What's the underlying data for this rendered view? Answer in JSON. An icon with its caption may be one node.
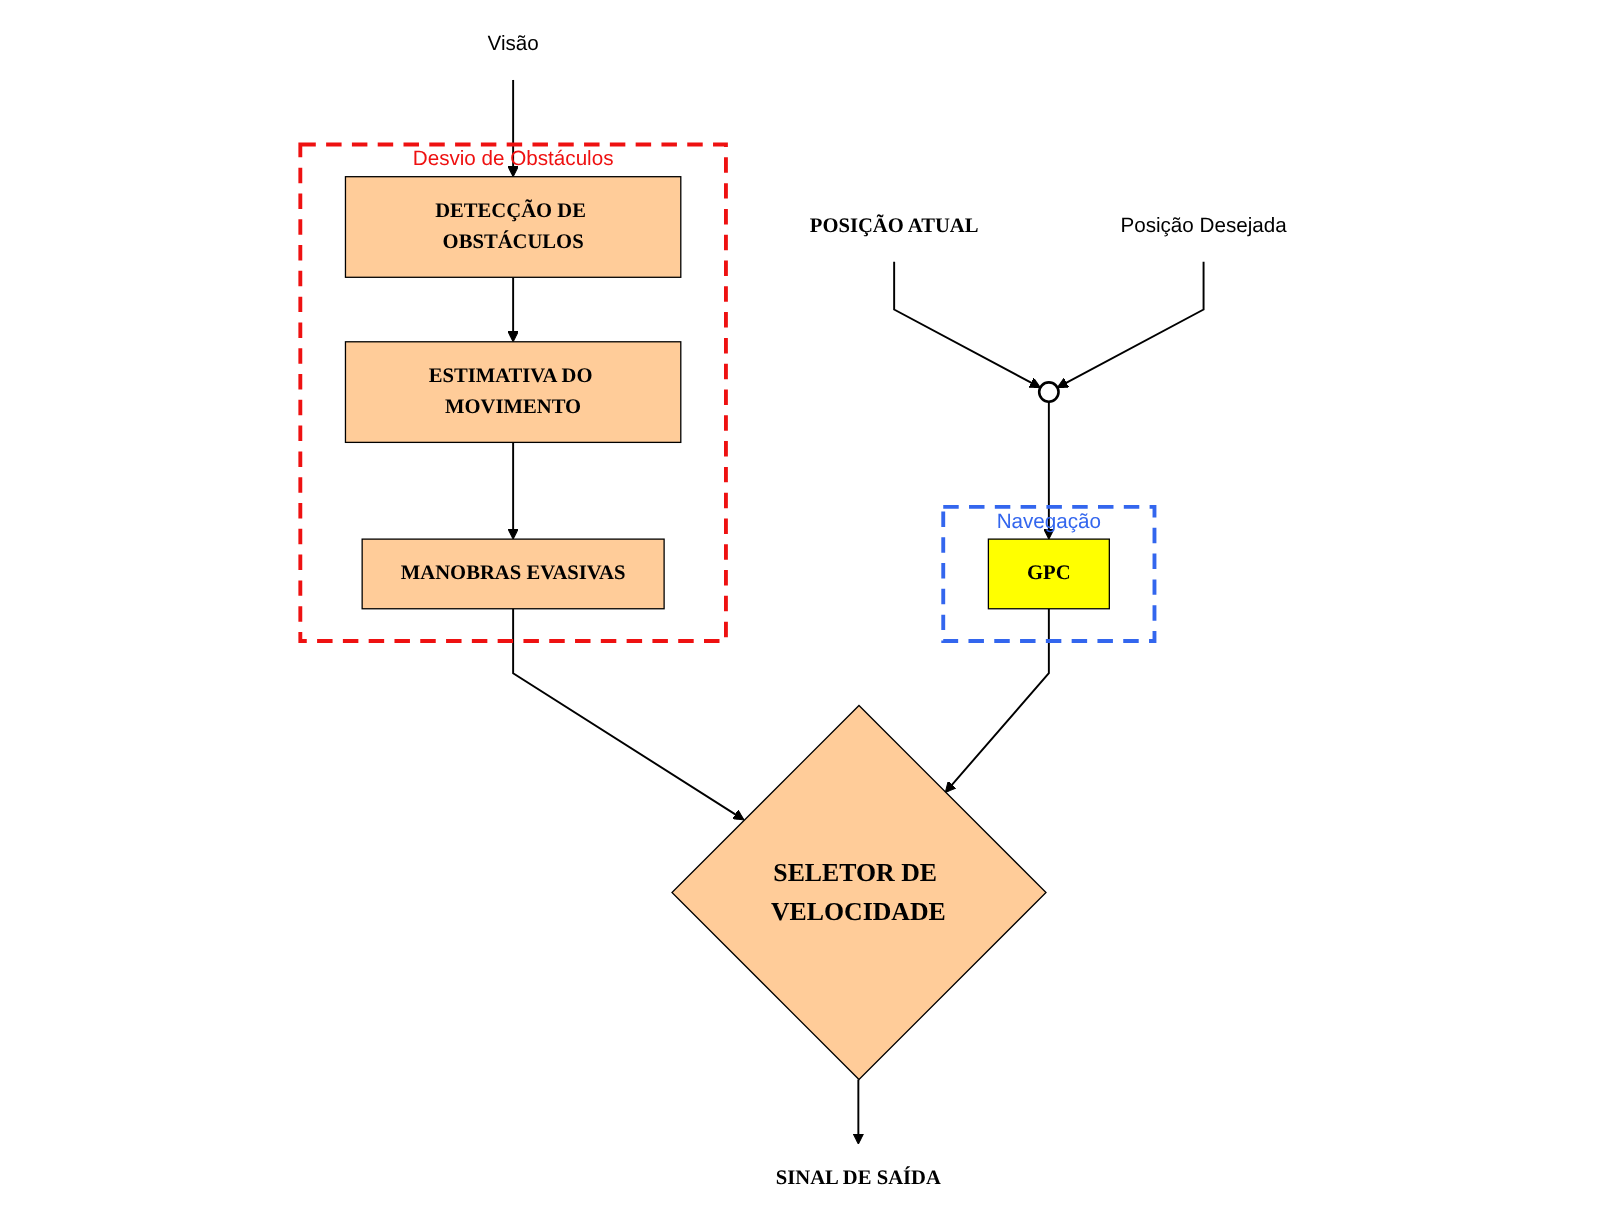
{
  "diagram": {
    "nodes": [
      {
        "text": [
          "Desvio de Obstáculos"
        ]
      },
      {
        "text": [
          "DETECÇÃO DE OBSTÁCULOS"
        ],
        "in": 0
      },
      {
        "text": [
          "ESTIMATIVA DO MOVIMENTO"
        ],
        "in": 0
      },
      {
        "text": [
          "MANOBRAS EVASIVAS"
        ],
        "in": 0
      },
      {
        "text": [
          "Navegação"
        ]
      },
      {
        "text": [
          "GPC"
        ],
        "in": 4
      },
      {
        "text": [
          "SELETOR DE VELOCIDADE"
        ]
      },
      {
        "text": [],
        "shape": "circle"
      },
      {
        "text": [
          "Visão"
        ]
      },
      {
        "text": [
          "Posição Desejada"
        ]
      },
      {
        "text": [
          "POSIÇÃO ATUAL"
        ]
      },
      {
        "text": [
          "SINAL DE SAÍDA"
        ]
      }
    ],
    "edges": [
      {
        "from": 8,
        "to": 1,
        "arrow": "to"
      },
      {
        "from": 1,
        "to": 2,
        "arrow": "to"
      },
      {
        "from": 2,
        "to": 3,
        "arrow": "to"
      },
      {
        "from": 10,
        "to": 7,
        "arrow": "to"
      },
      {
        "from": 9,
        "to": 7,
        "arrow": "to"
      },
      {
        "from": 7,
        "to": 5,
        "arrow": "to"
      },
      {
        "from": 3,
        "to": 6,
        "arrow": "to"
      },
      {
        "from": 5,
        "to": 6,
        "arrow": "to"
      },
      {
        "from": 6,
        "to": 11,
        "arrow": "to"
      }
    ]
  }
}
